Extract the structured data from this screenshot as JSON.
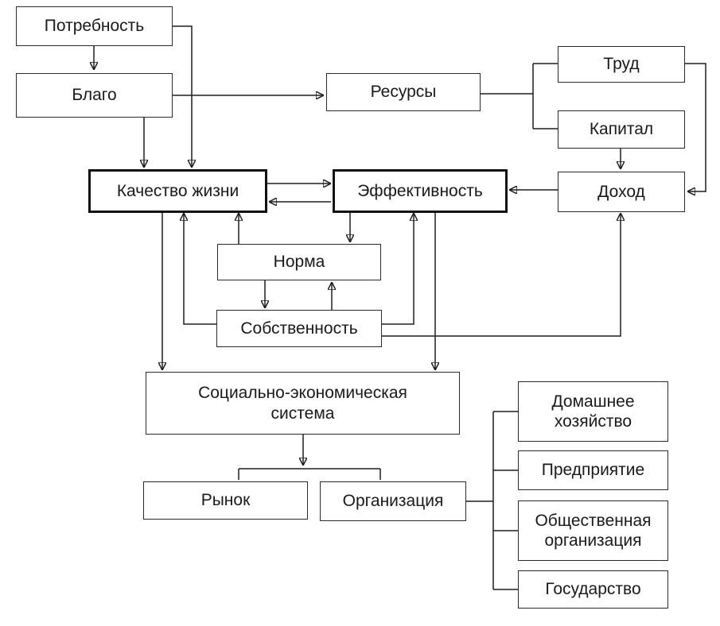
{
  "diagram": {
    "nodes": {
      "need": "Потребность",
      "good": "Благо",
      "resources": "Ресурсы",
      "labor": "Труд",
      "capital": "Капитал",
      "income": "Доход",
      "quality_of_life": "Качество жизни",
      "efficiency": "Эффективность",
      "norm": "Норма",
      "property": "Собственность",
      "socio_economic_system": "Социально-экономическая система",
      "market": "Рынок",
      "organization": "Организация",
      "household": "Домашнее хозяйство",
      "enterprise": "Предприятие",
      "public_organization": "Общественная организация",
      "state": "Государство"
    }
  }
}
